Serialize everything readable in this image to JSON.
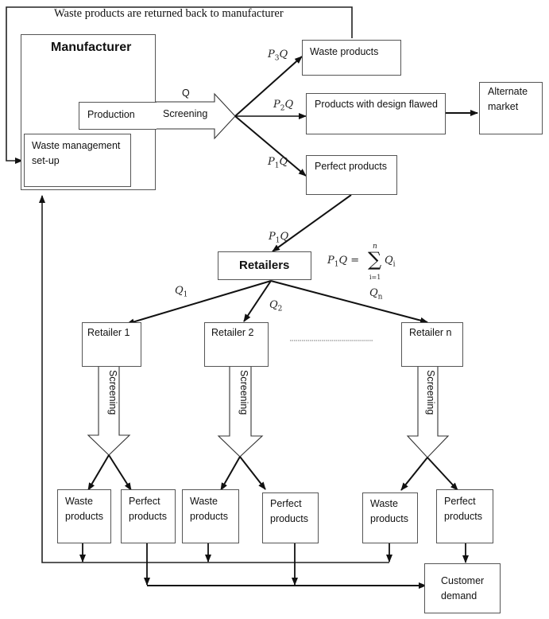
{
  "diagram": {
    "top_feedback_label": "Waste products are returned back to manufacturer",
    "manufacturer": {
      "title": "Manufacturer",
      "production": "Production",
      "waste_management": "Waste management\nset-up"
    },
    "screening_arrow": {
      "top_label": "Q",
      "label": "Screening"
    },
    "branches": {
      "p3q": {
        "sym": "P",
        "sub": "3",
        "tail": "Q",
        "target": "Waste products"
      },
      "p2q": {
        "sym": "P",
        "sub": "2",
        "tail": "Q",
        "target": "Products with design flawed"
      },
      "p1q": {
        "sym": "P",
        "sub": "1",
        "tail": "Q",
        "target": "Perfect products"
      }
    },
    "alternate_market": "Alternate\nmarket",
    "to_retailers": {
      "sym": "P",
      "sub": "1",
      "tail": "Q"
    },
    "retailers": {
      "title": "Retailers",
      "equation": {
        "lhs": "P",
        "lhs_sub": "1",
        "lhs_tail": "Q =",
        "sigma": "∑",
        "upper": "n",
        "lower": "i=1",
        "term": "Q",
        "term_sub": "i"
      },
      "flows": [
        {
          "sym": "Q",
          "sub": "1"
        },
        {
          "sym": "Q",
          "sub": "2"
        },
        {
          "sym": "Q",
          "sub": "n"
        }
      ],
      "items": [
        {
          "name": "Retailer 1",
          "screening": "Screening",
          "waste": "Waste\nproducts",
          "perfect": "Perfect\nproducts"
        },
        {
          "name": "Retailer 2",
          "screening": "Screening",
          "waste": "Waste\nproducts",
          "perfect": "Perfect\nproducts"
        },
        {
          "name": "Retailer n",
          "screening": "Screening",
          "waste": "Waste\nproducts",
          "perfect": "Perfect\nproducts"
        }
      ],
      "ellipsis": "..................................."
    },
    "customer_demand": "Customer\ndemand"
  }
}
